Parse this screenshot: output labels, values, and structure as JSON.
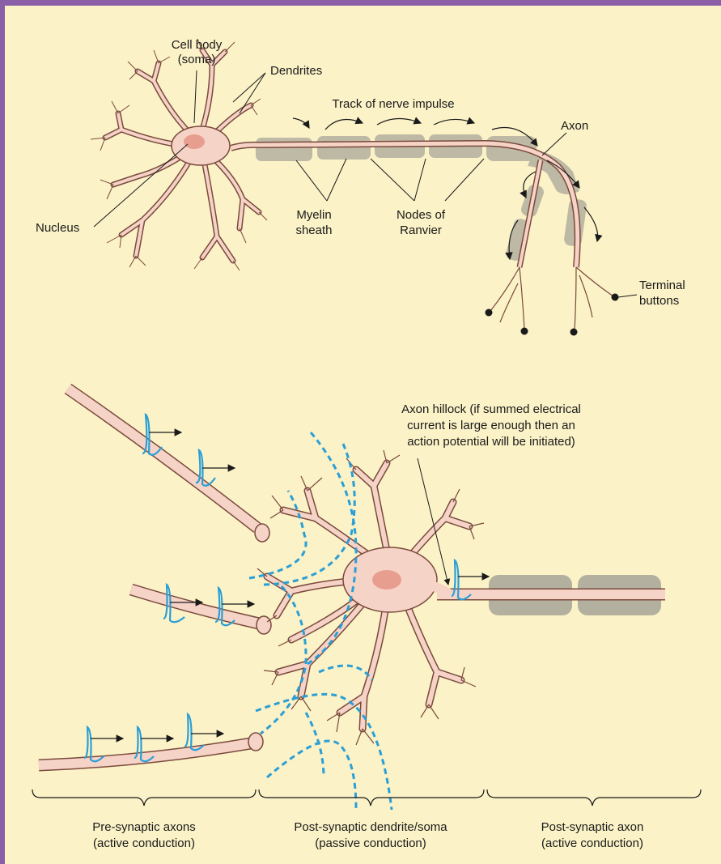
{
  "top": {
    "cell_body": [
      "Cell body",
      "(soma)"
    ],
    "dendrites": "Dendrites",
    "track": "Track of nerve impulse",
    "axon": "Axon",
    "nucleus": "Nucleus",
    "myelin": [
      "Myelin",
      "sheath"
    ],
    "nodes": [
      "Nodes of",
      "Ranvier"
    ],
    "terminal": [
      "Terminal",
      "buttons"
    ]
  },
  "bottom": {
    "hillock": [
      "Axon hillock (if summed electrical",
      "current is large enough then an",
      "action potential will be initiated)"
    ],
    "pre": [
      "Pre-synaptic axons",
      "(active conduction)"
    ],
    "post_dend": [
      "Post-synaptic dendrite/soma",
      "(passive conduction)"
    ],
    "post_axon": [
      "Post-synaptic axon",
      "(active conduction)"
    ]
  },
  "colors": {
    "background": "#fbf2c7",
    "border": "#8a5fa8",
    "neuron_fill": "#f6d3c7",
    "neuron_stroke": "#7a4a3c",
    "nucleus": "#e89e8f",
    "myelin": "#b3b09f",
    "spike": "#2a9fd6"
  }
}
